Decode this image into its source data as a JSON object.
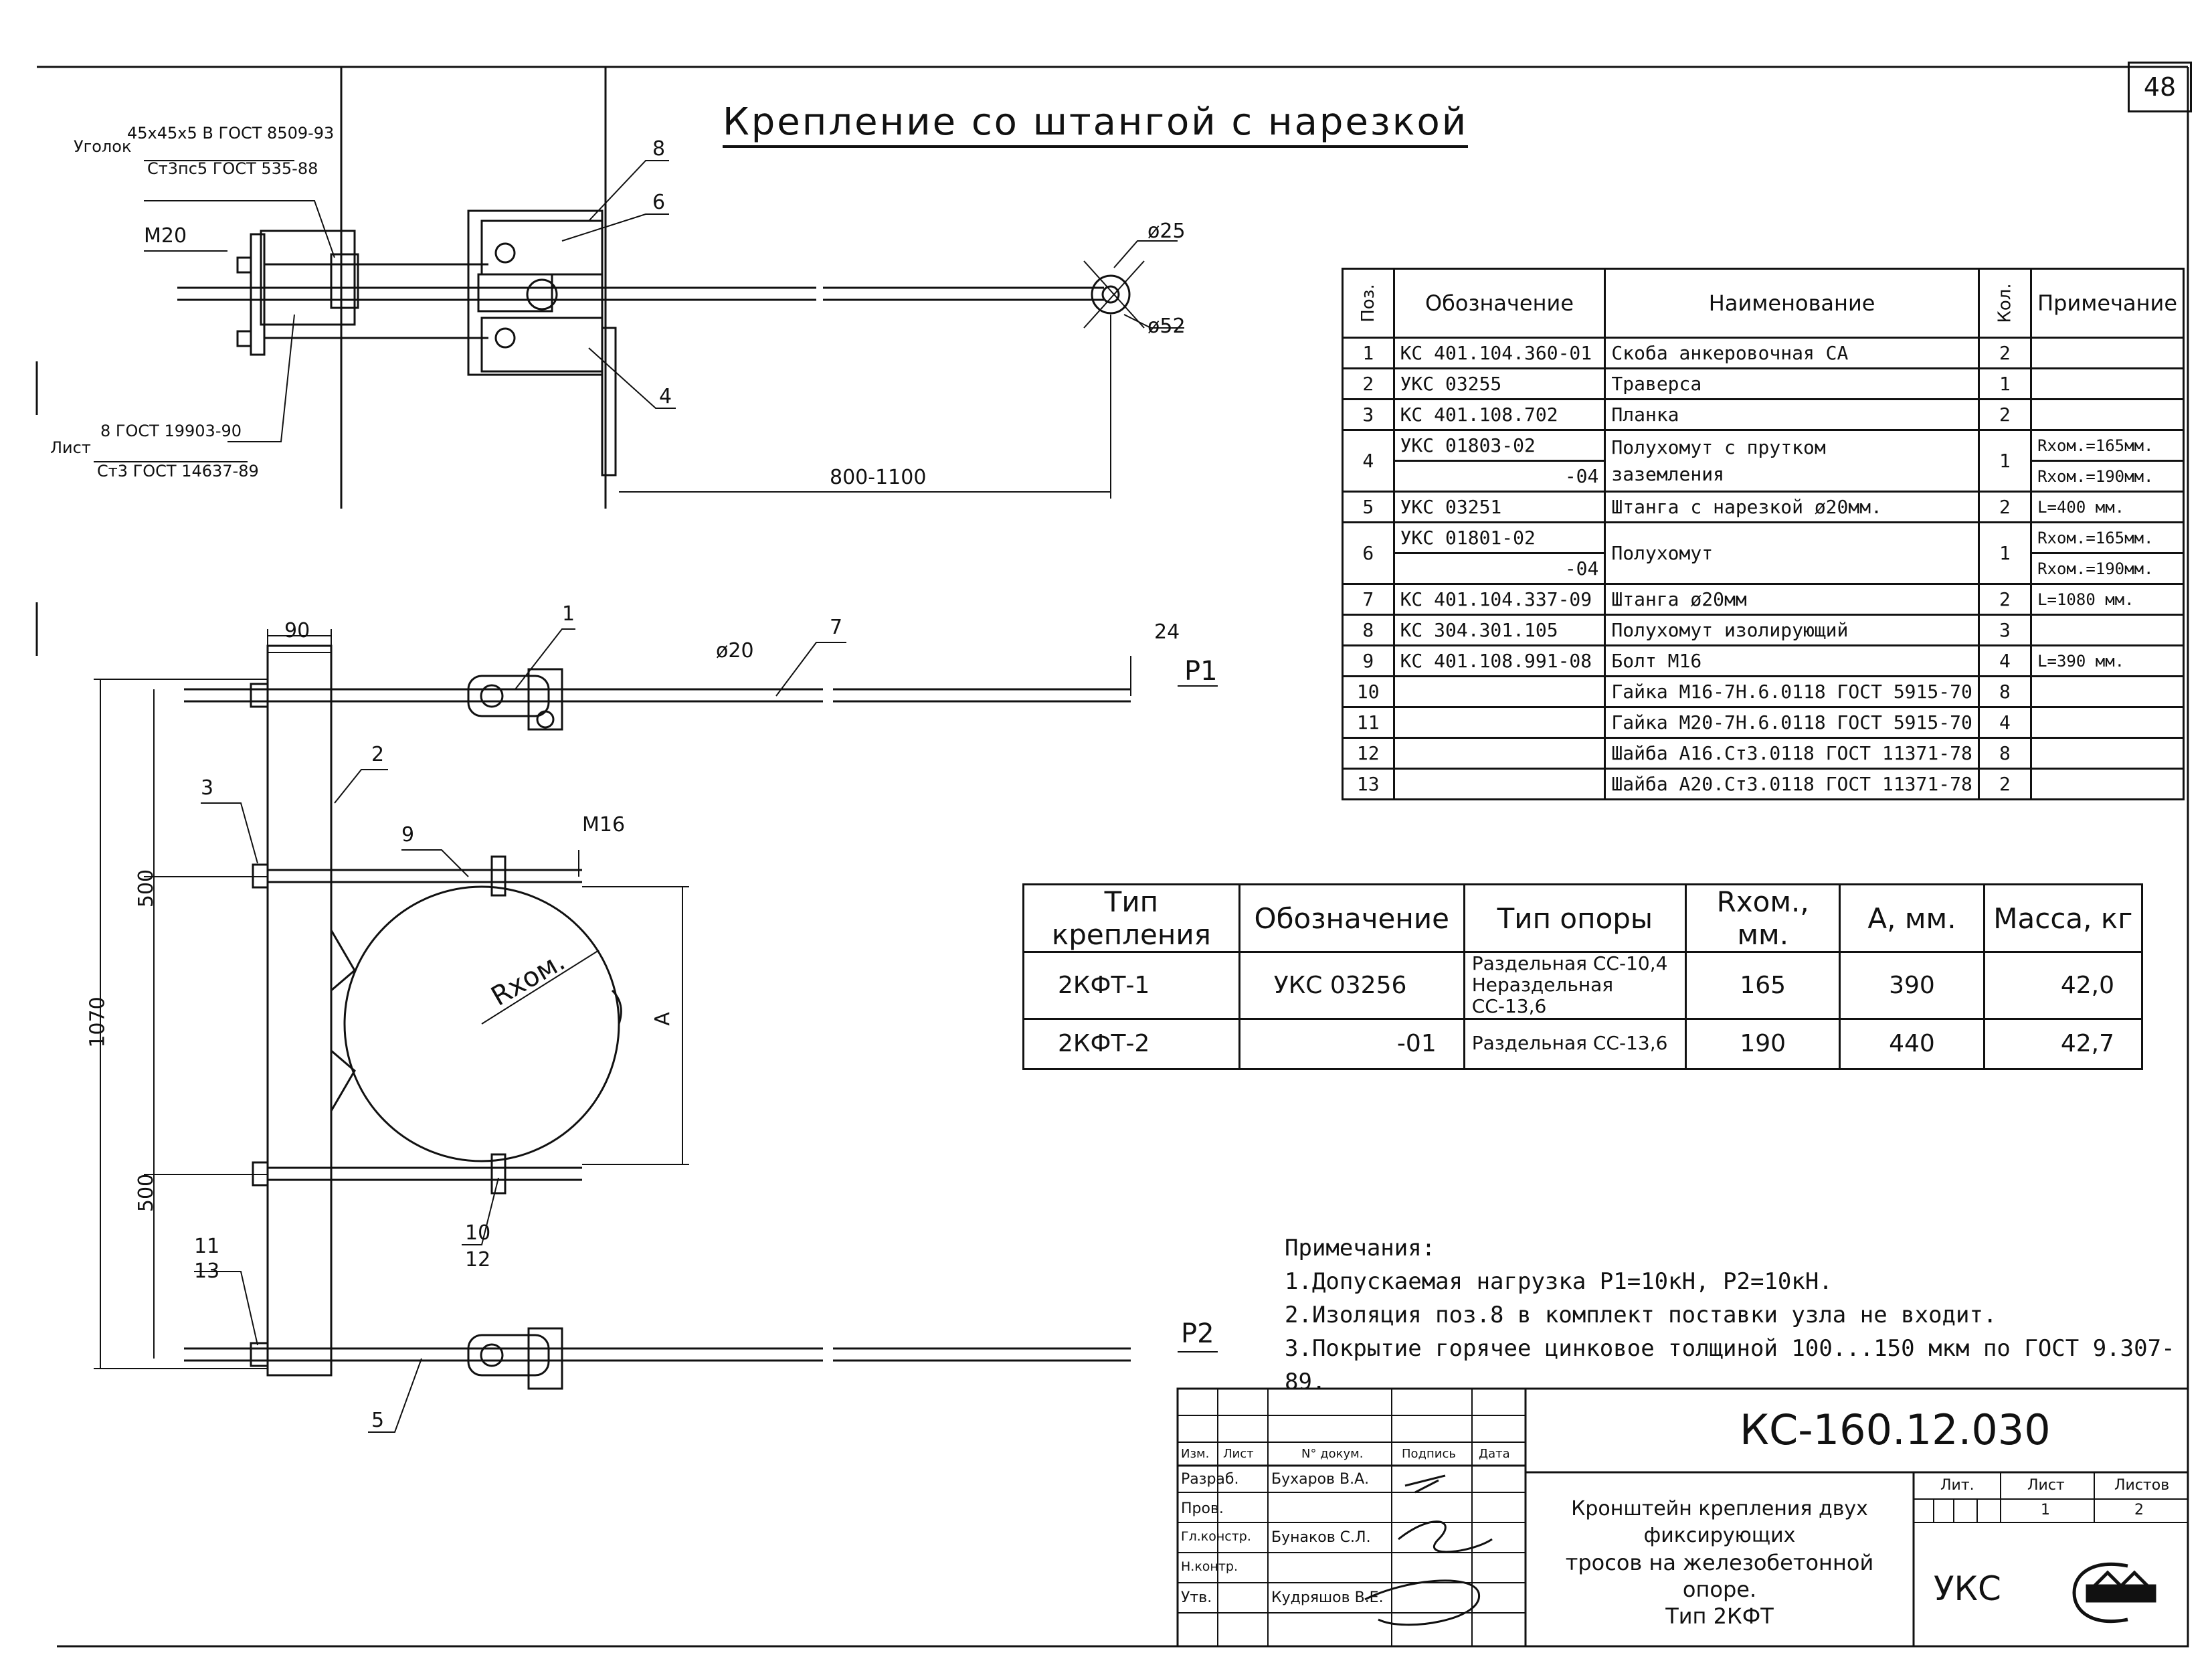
{
  "page_number": "48",
  "title": "Крепление со штангой с нарезкой",
  "drawing_labels": {
    "ugolok_prefix": "Уголок",
    "ugolok_top": "45x45x5 В ГОСТ 8509-93",
    "ugolok_bottom": "Ст3пс5 ГОСТ 535-88",
    "list_prefix": "Лист",
    "list_top": "8 ГОСТ 19903-90",
    "list_bottom": "Ст3 ГОСТ 14637-89",
    "m20": "M20",
    "d25": "ø25",
    "d52": "ø52",
    "dim_800_1100": "800-1100",
    "d20": "ø20",
    "dim_24": "24",
    "p1": "P1",
    "p2": "P2",
    "dim_90": "90",
    "dim_500_top": "500",
    "dim_500_bottom": "500",
    "dim_1070": "1070",
    "m16": "M16",
    "rhom": "Rхом.",
    "a": "А",
    "pos8": "8",
    "pos6": "6",
    "pos4": "4",
    "pos1": "1",
    "pos7": "7",
    "pos2": "2",
    "pos3": "3",
    "pos9": "9",
    "pos10": "10",
    "pos12": "12",
    "pos11": "11",
    "pos13": "13",
    "pos5": "5"
  },
  "spec_table": {
    "headers": {
      "pos": "Поз.",
      "designation": "Обозначение",
      "name": "Наименование",
      "qty": "Кол.",
      "note": "Примечание"
    },
    "rows": [
      {
        "pos": "1",
        "designation": "КС 401.104.360-01",
        "name": "Скоба анкеровочная СА",
        "qty": "2",
        "note": ""
      },
      {
        "pos": "2",
        "designation": "УКС 03255",
        "name": "Траверса",
        "qty": "1",
        "note": ""
      },
      {
        "pos": "3",
        "designation": "КС 401.108.702",
        "name": "Планка",
        "qty": "2",
        "note": ""
      },
      {
        "pos": "4",
        "designation": "УКС 01803-02",
        "designation2": "-04",
        "name": "Полухомут с прутком",
        "name2": "заземления",
        "qty": "1",
        "note": "Rхом.=165мм.",
        "note2": "Rхом.=190мм."
      },
      {
        "pos": "5",
        "designation": "УКС 03251",
        "name": "Штанга с нарезкой ø20мм.",
        "qty": "2",
        "note": "L=400 мм."
      },
      {
        "pos": "6",
        "designation": "УКС 01801-02",
        "designation2": "-04",
        "name": "Полухомут",
        "qty": "1",
        "note": "Rхом.=165мм.",
        "note2": "Rхом.=190мм."
      },
      {
        "pos": "7",
        "designation": "КС 401.104.337-09",
        "name": "Штанга ø20мм",
        "qty": "2",
        "note": "L=1080 мм."
      },
      {
        "pos": "8",
        "designation": "КС 304.301.105",
        "name": "Полухомут изолирующий",
        "qty": "3",
        "note": ""
      },
      {
        "pos": "9",
        "designation": "КС 401.108.991-08",
        "name": "Болт М16",
        "qty": "4",
        "note": "L=390 мм."
      },
      {
        "pos": "10",
        "designation": "",
        "name": "Гайка М16-7Н.6.0118 ГОСТ 5915-70",
        "qty": "8",
        "note": ""
      },
      {
        "pos": "11",
        "designation": "",
        "name": "Гайка М20-7Н.6.0118 ГОСТ 5915-70",
        "qty": "4",
        "note": ""
      },
      {
        "pos": "12",
        "designation": "",
        "name": "Шайба А16.Ст3.0118 ГОСТ 11371-78",
        "qty": "8",
        "note": ""
      },
      {
        "pos": "13",
        "designation": "",
        "name": "Шайба А20.Ст3.0118 ГОСТ 11371-78",
        "qty": "2",
        "note": ""
      }
    ]
  },
  "types_table": {
    "headers": {
      "type": "Тип крепления",
      "designation": "Обозначение",
      "support": "Тип опоры",
      "r": "Rхом., мм.",
      "a": "А, мм.",
      "mass": "Масса, кг"
    },
    "rows": [
      {
        "type": "2КФТ-1",
        "designation": "УКС 03256",
        "support1": "Раздельная СС-10,4",
        "support2": "Нераздельная СС-13,6",
        "r": "165",
        "a": "390",
        "mass": "42,0"
      },
      {
        "type": "2КФТ-2",
        "designation": "-01",
        "support1": "Раздельная СС-13,6",
        "support2": "",
        "r": "190",
        "a": "440",
        "mass": "42,7"
      }
    ]
  },
  "notes": {
    "heading": "Примечания:",
    "items": [
      "1.Допускаемая нагрузка Р1=10кН, Р2=10кН.",
      "2.Изоляция поз.8 в комплект поставки узла не входит.",
      "3.Покрытие горячее цинковое толщиной 100...150 мкм по ГОСТ 9.307-89."
    ]
  },
  "stamp": {
    "code": "КС-160.12.030",
    "cols": {
      "izm": "Изм.",
      "list": "Лист",
      "doc": "N° докум.",
      "sign": "Подпись",
      "date": "Дата"
    },
    "roles": [
      {
        "role": "Разраб.",
        "name": "Бухаров В.А."
      },
      {
        "role": "Пров.",
        "name": ""
      },
      {
        "role": "Гл.констр.",
        "name": "Бунаков С.Л."
      },
      {
        "role": "Н.контр.",
        "name": ""
      },
      {
        "role": "Утв.",
        "name": "Кудряшов В.Е."
      }
    ],
    "description_1": "Кронштейн крепления двух фиксирующих",
    "description_2": "тросов на железобетонной опоре.",
    "description_3": "Тип 2КФТ",
    "lit_label": "Лит.",
    "sheet_label": "Лист",
    "sheets_label": "Листов",
    "sheet": "1",
    "sheets": "2",
    "org": "УКС"
  }
}
